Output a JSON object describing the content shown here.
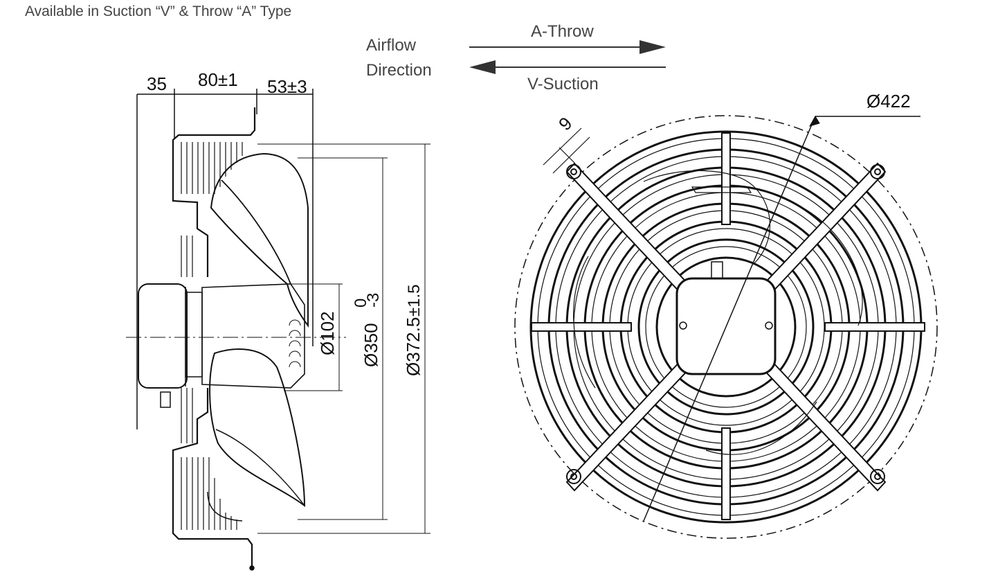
{
  "caption": "Available in Suction “V” & Throw “A” Type",
  "airflow": {
    "line1": "Airflow",
    "line2": "Direction"
  },
  "arrows": {
    "throw_label": "A-Throw",
    "suction_label": "V-Suction"
  },
  "side_view": {
    "dim_motor": "35",
    "dim_body": "80±1",
    "dim_blade": "53±3",
    "dia_hub": "Ø102",
    "dia_blade_main": "Ø350",
    "dia_blade_sup": "0",
    "dia_blade_sub": "-3",
    "dia_flange_main": "Ø372.5",
    "dia_flange_tol": "±1.5"
  },
  "front_view": {
    "dia_outer": "Ø422",
    "hole_dim": "9"
  },
  "colors": {
    "line": "#111111",
    "text": "#444444"
  }
}
